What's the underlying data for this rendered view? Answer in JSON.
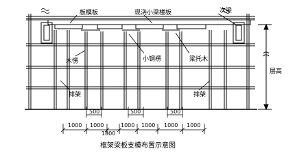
{
  "labels": {
    "slab_formwork": "板模板",
    "cast_small_beam_slab": "现浇小梁楼板",
    "secondary_beam": "次梁",
    "wood_joist": "木愣",
    "small_steel_joist": "小钢楞",
    "beam_support_timber": "梁托木",
    "scaffold_left": "排架",
    "scaffold_right": "排架",
    "floor_height": "层高"
  },
  "dimensions": {
    "bottom_spacings": [
      "1000",
      "1000",
      "1000",
      "1000",
      "1000",
      "1000",
      "1000"
    ],
    "beam_widths": [
      "500",
      "500",
      "500"
    ]
  },
  "caption": "框架梁板支模布置示意图"
}
